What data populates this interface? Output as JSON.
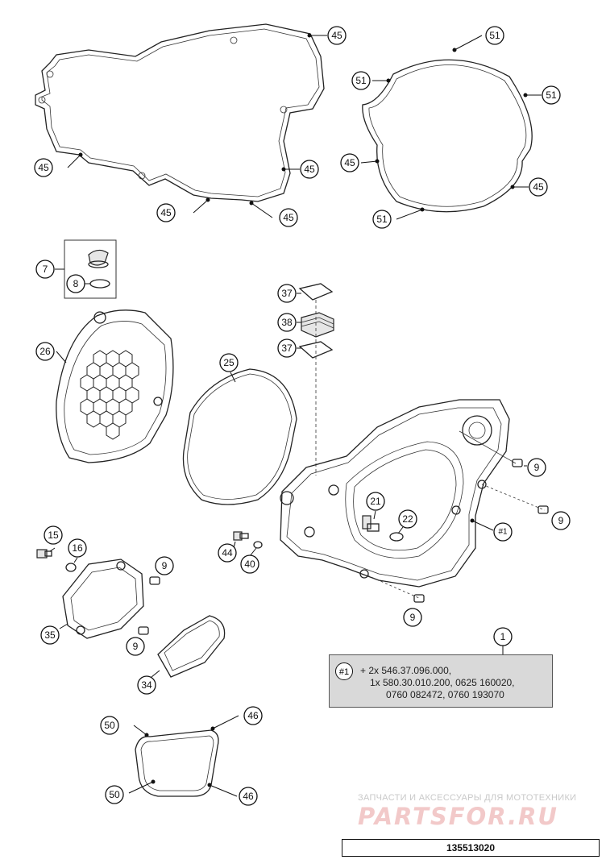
{
  "callouts": {
    "c45a": "45",
    "c45b": "45",
    "c45c": "45",
    "c45d": "45",
    "c45e": "45",
    "c45f": "45",
    "c45g": "45",
    "c51a": "51",
    "c51b": "51",
    "c51c": "51",
    "c51d": "51",
    "c7": "7",
    "c8": "8",
    "c26": "26",
    "c25": "25",
    "c37a": "37",
    "c38": "38",
    "c37b": "37",
    "c21": "21",
    "c22": "22",
    "c1ref": "#1",
    "c9a": "9",
    "c9b": "9",
    "c9c": "9",
    "c9d": "9",
    "c9e": "9",
    "c15": "15",
    "c16": "16",
    "c44": "44",
    "c40": "40",
    "c35": "35",
    "c34": "34",
    "c1": "1",
    "c50a": "50",
    "c50b": "50",
    "c46a": "46",
    "c46b": "46"
  },
  "note": {
    "ref": "#1",
    "line1": "+ 2x 546.37.096.000,",
    "line2": "1x 580.30.010.200, 0625 160020,",
    "line3": "0760 082472, 0760 193070"
  },
  "watermark": {
    "top": "ЗАПЧАСТИ И АКСЕССУАРЫ ДЛЯ МОТОТЕХНИКИ",
    "brand": "PARTSFOR.RU"
  },
  "diagram_number": "135513020"
}
